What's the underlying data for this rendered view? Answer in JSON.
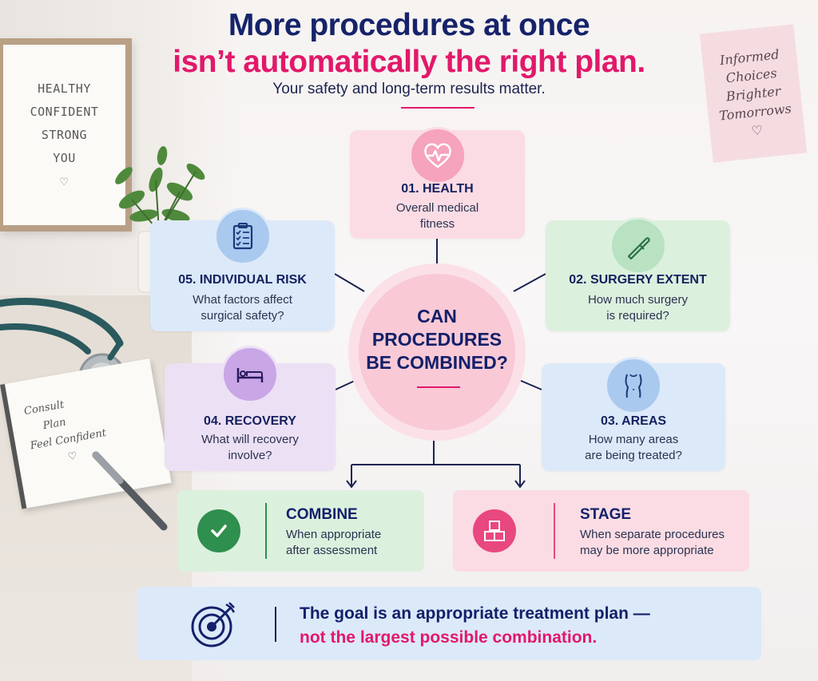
{
  "header": {
    "title_line1": "More procedures at once",
    "title_line2": "isn’t automatically the right plan.",
    "subtitle": "Your safety and long-term results matter."
  },
  "decor": {
    "frame_lines": [
      "HEALTHY",
      "CONFIDENT",
      "STRONG",
      "YOU"
    ],
    "notebook_lines": [
      "Consult",
      "Plan",
      "Feel Confident"
    ],
    "sticky_lines": [
      "Informed",
      "Choices",
      "Brighter",
      "Tomorrows"
    ]
  },
  "center": {
    "lines": [
      "CAN",
      "PROCEDURES",
      "BE COMBINED?"
    ]
  },
  "factors": [
    {
      "title": "01. HEALTH",
      "desc_lines": [
        "Overall medical",
        "fitness"
      ],
      "icon": "heart-pulse-icon",
      "color": "#e8487f"
    },
    {
      "title": "02. SURGERY EXTENT",
      "desc_lines": [
        "How much surgery",
        "is required?"
      ],
      "icon": "scalpel-icon",
      "color": "#3fa36a"
    },
    {
      "title": "03. AREAS",
      "desc_lines": [
        "How many areas",
        "are being treated?"
      ],
      "icon": "body-outline-icon",
      "color": "#2d63b6"
    },
    {
      "title": "04. RECOVERY",
      "desc_lines": [
        "What will recovery",
        "involve?"
      ],
      "icon": "bed-icon",
      "color": "#8d55c4"
    },
    {
      "title": "05. INDIVIDUAL RISK",
      "desc_lines": [
        "What factors affect",
        "surgical safety?"
      ],
      "icon": "clipboard-checklist-icon",
      "color": "#2d63b6"
    }
  ],
  "outcomes": {
    "combine": {
      "title": "COMBINE",
      "desc_lines": [
        "When appropriate",
        "after assessment"
      ],
      "icon": "checkmark-icon",
      "color": "#2f8f4e"
    },
    "stage": {
      "title": "STAGE",
      "desc_lines": [
        "When separate procedures",
        "may be more appropriate"
      ],
      "icon": "stacked-boxes-icon",
      "color": "#e8487f"
    }
  },
  "goal": {
    "line1": "The goal is an appropriate treatment plan —",
    "line2": "not the largest possible combination.",
    "icon": "target-arrow-icon"
  },
  "colors": {
    "navy": "#13206a",
    "accent_pink": "#e2186a"
  }
}
